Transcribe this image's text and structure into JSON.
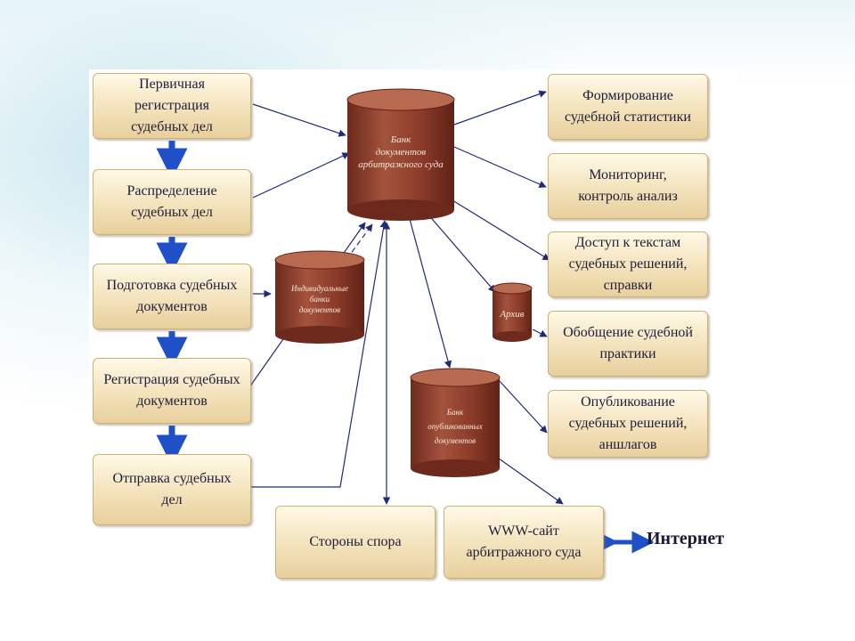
{
  "left_flow": [
    "Первичная\nрегистрация\nсудебных дел",
    "Распределение\nсудебных дел",
    "Подготовка судебных\nдокументов",
    "Регистрация судебных\nдокументов",
    "Отправка судебных\nдел"
  ],
  "right_outputs": [
    "Формирование\nсудебной статистики",
    "Мониторинг,\nконтроль анализ",
    "Доступ к текстам\nсудебных решений,\nсправки",
    "Обобщение судебной\nпрактики",
    "Опубликование\nсудебных решений,\nаншлагов"
  ],
  "bottom": {
    "parties": "Стороны спора",
    "website": "WWW-сайт\nарбитражного суда",
    "internet": "Интернет"
  },
  "databases": {
    "main": "Банк\nдокументов\nарбитражного суда",
    "individual": "Индивидуальные\nбанки\nдокументов",
    "archive": "Архив",
    "published": "Банк\nопубликованных\nдокументов"
  },
  "colors": {
    "box_fill": "#f3e2bb",
    "cylinder": "#8e3f2c",
    "arrow": "#1f2a7a"
  }
}
